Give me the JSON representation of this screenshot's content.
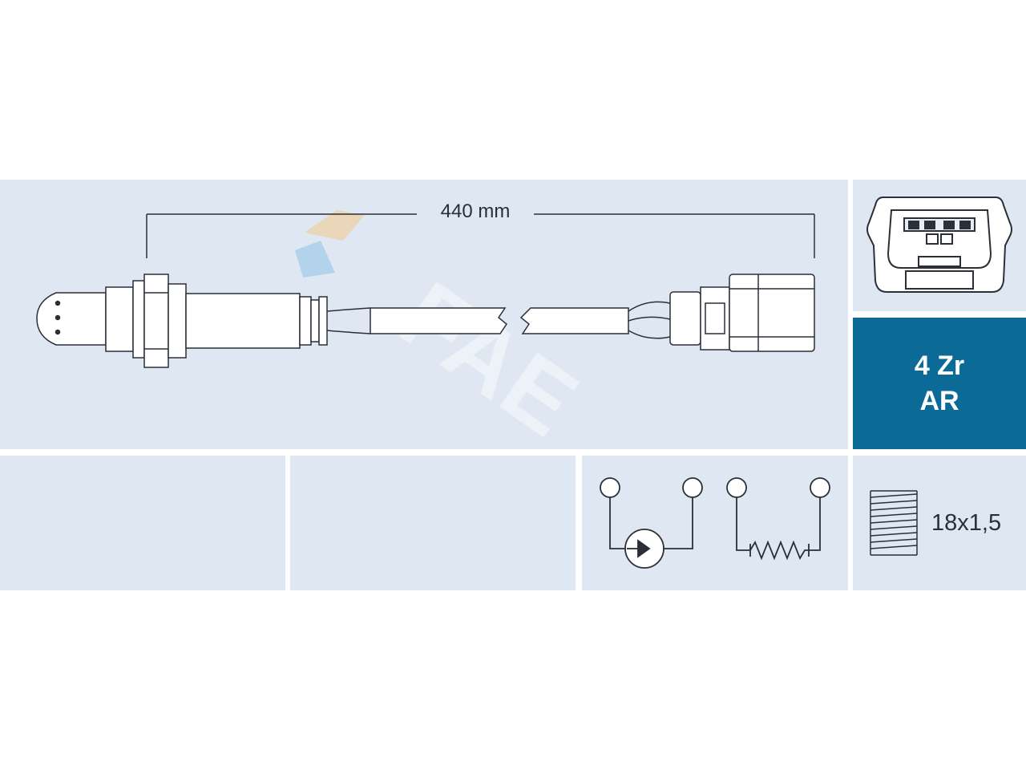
{
  "colors": {
    "background": "#ffffff",
    "panel": "#dfe7f2",
    "accent": "#0b6b96",
    "line": "#2a2f38",
    "watermark_blue": "#8fc3e6",
    "watermark_orange": "#f3c98a"
  },
  "sensor_drawing": {
    "cable_length_label": "440 mm",
    "watermark": "FAE"
  },
  "connector": {
    "icon": "connector-face-icon"
  },
  "sensor_type": {
    "line1": "4 Zr",
    "line2": "AR"
  },
  "circuit": {
    "icons": [
      "sensor-element-icon",
      "heater-resistor-icon"
    ]
  },
  "thread": {
    "icon": "thread-icon",
    "label": "18x1,5"
  }
}
